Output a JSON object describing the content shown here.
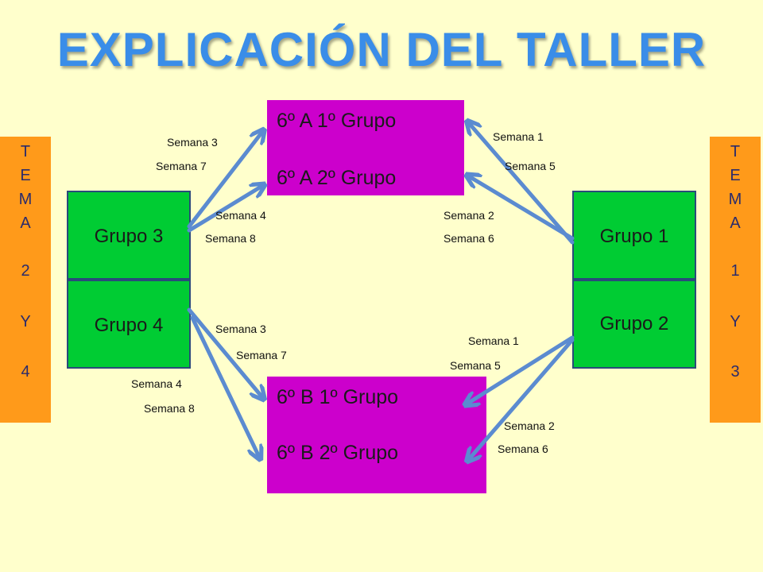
{
  "title": "EXPLICACIÓN DEL TALLER",
  "left_bar": [
    "T",
    "E",
    "M",
    "A",
    "2",
    "Y",
    "4"
  ],
  "right_bar": [
    "T",
    "E",
    "M",
    "A",
    "1",
    "Y",
    "3"
  ],
  "groups": {
    "g3": "Grupo 3",
    "g4": "Grupo 4",
    "g1": "Grupo 1",
    "g2": "Grupo 2"
  },
  "class_a": {
    "line1": "6º A  1º Grupo",
    "line2": "6º A  2º Grupo"
  },
  "class_b": {
    "line1": "6º B  1º Grupo",
    "line2": "6º B  2º Grupo"
  },
  "labels": {
    "l1": "Semana 3",
    "l2": "Semana 7",
    "l3": "Semana 4",
    "l4": "Semana 8",
    "l5": "Semana 3",
    "l6": "Semana 7",
    "l7": "Semana 4",
    "l8": "Semana 8",
    "r1": "Semana 1",
    "r2": "Semana 5",
    "r3": "Semana 2",
    "r4": "Semana 6",
    "r5": "Semana 1",
    "r6": "Semana 5",
    "r7": "Semana 2",
    "r8": "Semana  6"
  },
  "colors": {
    "background": "#ffffcc",
    "title": "#3a8de8",
    "side_bar": "#ff9a1a",
    "group": "#00cc33",
    "class_box": "#cc00cc",
    "arrow": "#5b8bd0"
  }
}
